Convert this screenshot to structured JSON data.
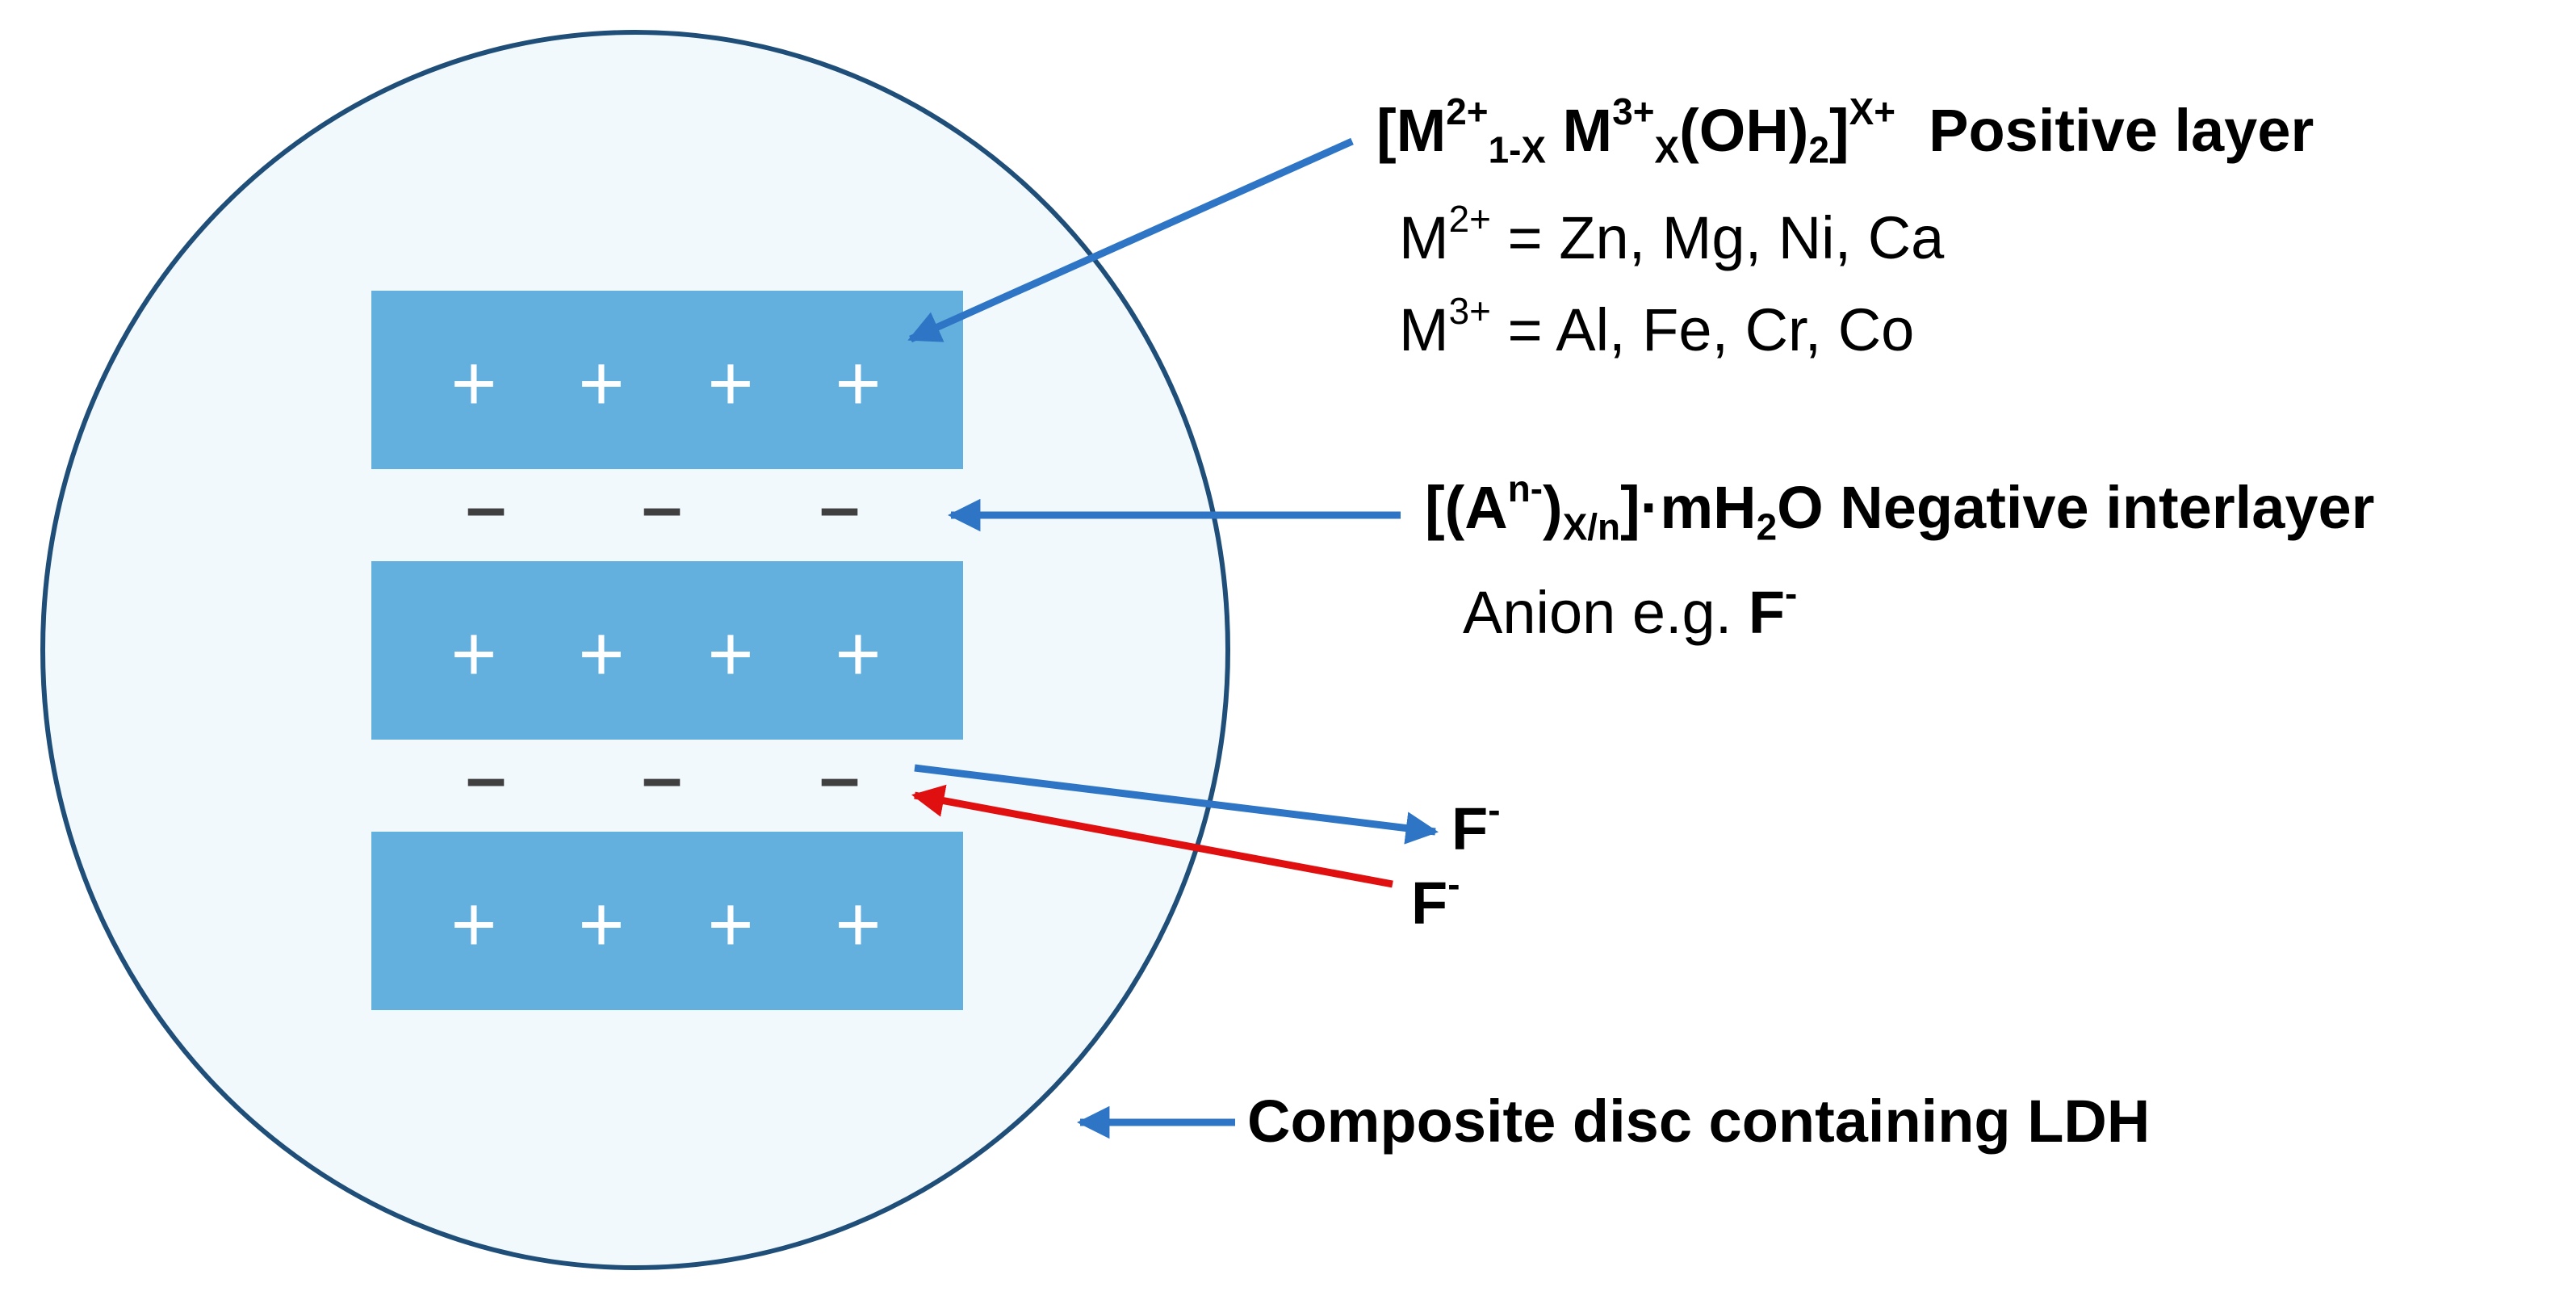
{
  "colors": {
    "disc_fill": "#f2f9fd",
    "disc_stroke": "#1f4e79",
    "layer_fill": "#63b0df",
    "plus": "#ffffff",
    "minus": "#404040",
    "arrow_blue": "#2e75c5",
    "arrow_red": "#e01010"
  },
  "layers": [
    {
      "charges": [
        "+",
        "+",
        "+",
        "+"
      ]
    },
    {
      "charges": [
        "+",
        "+",
        "+",
        "+"
      ]
    },
    {
      "charges": [
        "+",
        "+",
        "+",
        "+"
      ]
    }
  ],
  "interlayers": [
    {
      "charges": [
        "–",
        "–",
        "–"
      ]
    },
    {
      "charges": [
        "–",
        "–",
        "–"
      ]
    }
  ],
  "positive_layer": {
    "open_bracket": "[M",
    "m2_charge": "2+",
    "m2_sub": "1-X",
    "m3": " M",
    "m3_charge": "3+",
    "m3_sub": "X",
    "oh": "(OH)",
    "oh_sub": "2",
    "close_bracket": "]",
    "overall_charge": "X+",
    "title": "Positive layer",
    "m2_line_prefix": "M",
    "m2_line_charge": "2+",
    "m2_line_rest": " = Zn, Mg, Ni, Ca",
    "m3_line_prefix": "M",
    "m3_line_charge": "3+",
    "m3_line_rest": " = Al, Fe, Cr, Co"
  },
  "negative_interlayer": {
    "open": "[(A",
    "anion_charge": "n-",
    "close_paren": ")",
    "ratio": "X/n",
    "water": "]·mH",
    "water_sub": "2",
    "water_end": "O",
    "title": "Negative interlayer",
    "anion_prefix": "Anion e.g. ",
    "anion_symbol": "F",
    "anion_charge_line": "-"
  },
  "fluoride_out": {
    "symbol": "F",
    "charge": "-"
  },
  "fluoride_in": {
    "symbol": "F",
    "charge": "-"
  },
  "disc_label": "Composite disc containing LDH"
}
